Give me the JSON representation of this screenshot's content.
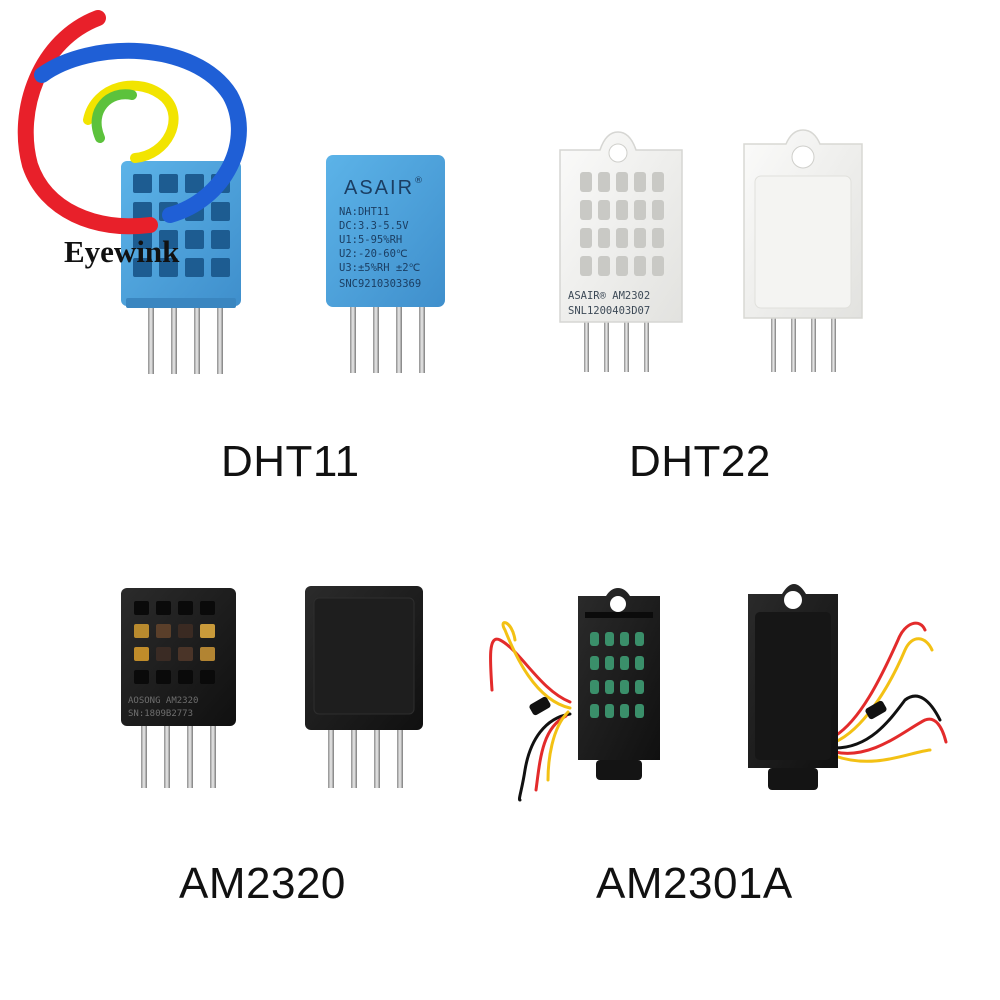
{
  "brand": {
    "name": "Eyewink",
    "colors": {
      "red": "#e8202a",
      "blue": "#1f5fd6",
      "green": "#5cc23c",
      "yellow": "#f2e400"
    }
  },
  "products": [
    {
      "caption": "DHT11",
      "front_brand": "ASAIR",
      "back_lines": [
        "NA:DHT11",
        "DC:3.3-5.5V",
        "U1:5-95%RH",
        "U2:-20-60℃",
        "U3:±5%RH ±2℃",
        "SNC9210303369"
      ],
      "color": "#4fa3db"
    },
    {
      "caption": "DHT22",
      "front_label_1": "ASAIR® AM2302",
      "front_label_2": "SNL1200403D07",
      "color": "#f2f2f0"
    },
    {
      "caption": "AM2320",
      "front_label_1": "AOSONG AM2320",
      "front_label_2": "SN:1809B2773",
      "color": "#1c1c1c"
    },
    {
      "caption": "AM2301A",
      "color": "#1c1c1c",
      "wire_colors": [
        "#e32b2b",
        "#f3c114",
        "#111111"
      ]
    }
  ]
}
